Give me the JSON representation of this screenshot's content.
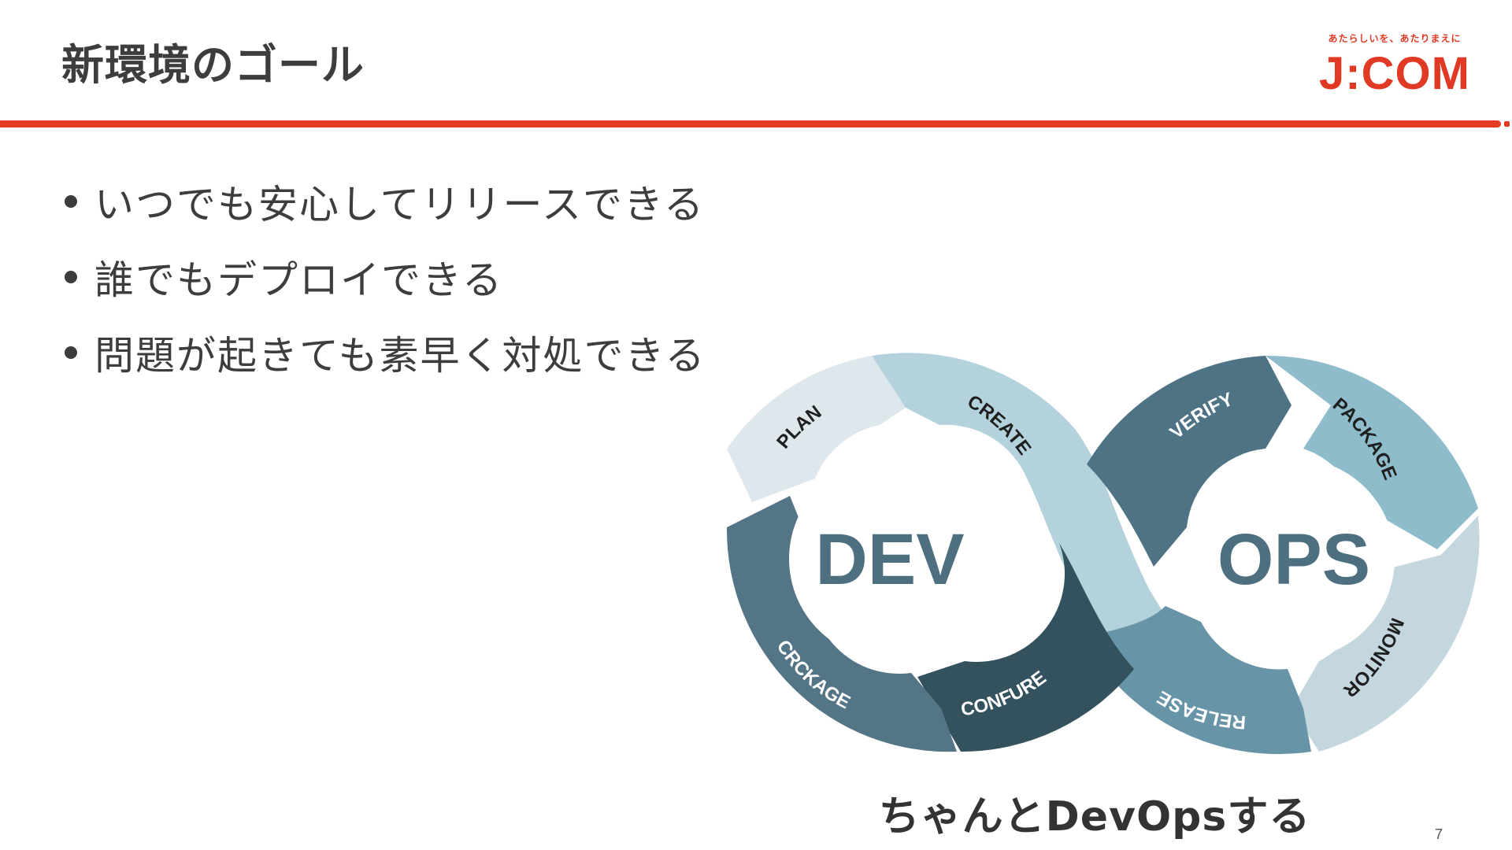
{
  "slide": {
    "title": "新環境のゴール",
    "page_number": "7"
  },
  "brand": {
    "tagline": "あたらしいを、あたりまえに",
    "logo": "J:COM",
    "color": "#e43b24"
  },
  "bullets": [
    "いつでも安心してリリースできる",
    "誰でもデプロイできる",
    "問題が起きても素早く対処できる"
  ],
  "diagram": {
    "left_hub": "DEV",
    "right_hub": "OPS",
    "segments": [
      "PLAN",
      "CREATE",
      "VERIFY",
      "PACKAGE",
      "MONITOR",
      "RELEASE",
      "CONFURE",
      "CRCKAGE"
    ],
    "colors": {
      "hub_text": "#4e6f80",
      "plan": "#dde7ec",
      "create": "#b3d2dc",
      "verify": "#4e7384",
      "package": "#8fbccb",
      "monitor": "#c4d7df",
      "release": "#6794a6",
      "confure": "#34525e",
      "crckage": "#537585"
    }
  },
  "caption": "ちゃんとDevOpsする"
}
